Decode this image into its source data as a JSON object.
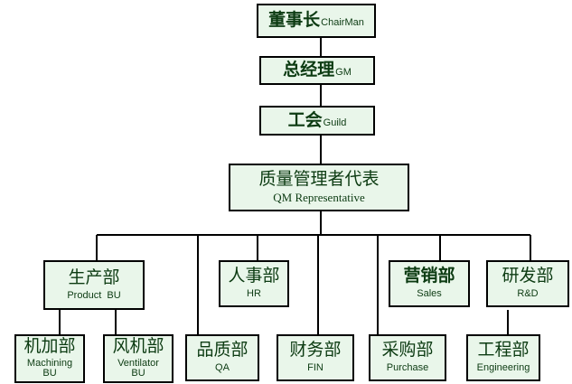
{
  "org": {
    "chairman": {
      "cn": "董事长",
      "en": "ChairMan"
    },
    "gm": {
      "cn": "总经理",
      "en": "GM"
    },
    "guild": {
      "cn": "工会",
      "en": "Guild"
    },
    "qm": {
      "cn": "质量管理者代表",
      "en": "QM Representative"
    },
    "production": {
      "cn": "生产部",
      "en": "Product  BU"
    },
    "hr": {
      "cn": "人事部",
      "en": "HR"
    },
    "sales": {
      "cn": "营销部",
      "en": "Sales"
    },
    "rnd": {
      "cn": "研发部",
      "en": "R&D"
    },
    "machining": {
      "cn": "机加部",
      "en1": "Machining",
      "en2": "BU"
    },
    "ventilator": {
      "cn": "风机部",
      "en1": "Ventilator",
      "en2": "BU"
    },
    "qa": {
      "cn": "品质部",
      "en": "QA"
    },
    "fin": {
      "cn": "财务部",
      "en": "FIN"
    },
    "purchase": {
      "cn": "采购部",
      "en": "Purchase"
    },
    "engineering": {
      "cn": "工程部",
      "en": "Engineering"
    }
  },
  "colors": {
    "box_fill": "#e9f6ea",
    "text": "#0c3b12",
    "line": "#000000"
  }
}
